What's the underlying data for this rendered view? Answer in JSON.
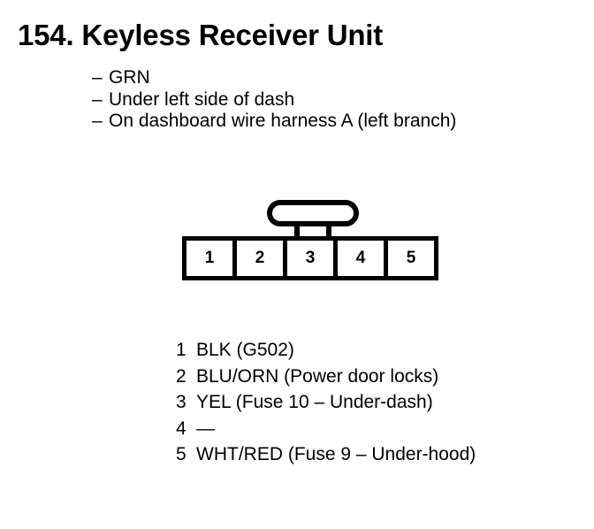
{
  "document": {
    "title": "154. Keyless Receiver Unit",
    "background_color": "#ffffff",
    "ink_color": "#000000"
  },
  "notes": {
    "bullet_glyph": "–",
    "items": [
      {
        "text": "GRN"
      },
      {
        "text": "Under left side of dash"
      },
      {
        "text": "On dashboard wire harness A (left branch)"
      }
    ]
  },
  "connector": {
    "name": "5-pin-connector",
    "pin_count": 5,
    "latch_label": "locking-tab",
    "cells": [
      {
        "number": "1"
      },
      {
        "number": "2"
      },
      {
        "number": "3"
      },
      {
        "number": "4"
      },
      {
        "number": "5"
      }
    ]
  },
  "legend": {
    "rows": [
      {
        "number": "1",
        "description": "BLK (G502)"
      },
      {
        "number": "2",
        "description": "BLU/ORN (Power door locks)"
      },
      {
        "number": "3",
        "description": "YEL (Fuse 10 – Under-dash)"
      },
      {
        "number": "4",
        "description": "—"
      },
      {
        "number": "5",
        "description": "WHT/RED (Fuse 9 – Under-hood)"
      }
    ]
  }
}
